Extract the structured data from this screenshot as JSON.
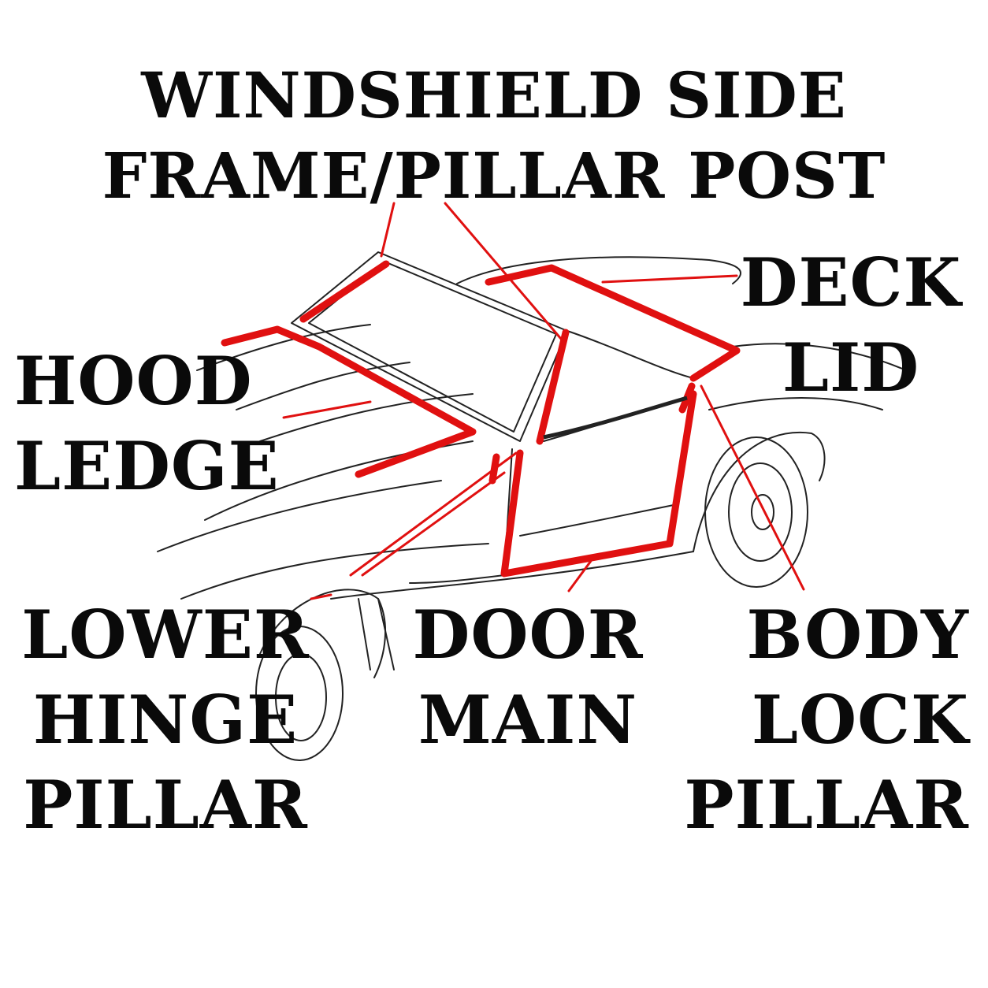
{
  "colors": {
    "seal": "#e01010",
    "outline": "#222222",
    "text": "#0a0a0a",
    "background": "#ffffff"
  },
  "labels": {
    "windshield": {
      "line1": "WINDSHIELD SIDE",
      "line2": "FRAME/PILLAR POST"
    },
    "deck_lid": {
      "line1": "DECK",
      "line2": "LID"
    },
    "hood_ledge": {
      "line1": "HOOD",
      "line2": "LEDGE"
    },
    "lower_hinge_pillar": {
      "line1": "LOWER",
      "line2": "HINGE",
      "line3": "PILLAR"
    },
    "door_main": {
      "line1": "DOOR",
      "line2": "MAIN"
    },
    "body_lock_pillar": {
      "line1": "BODY",
      "line2": "LOCK",
      "line3": "PILLAR"
    }
  }
}
